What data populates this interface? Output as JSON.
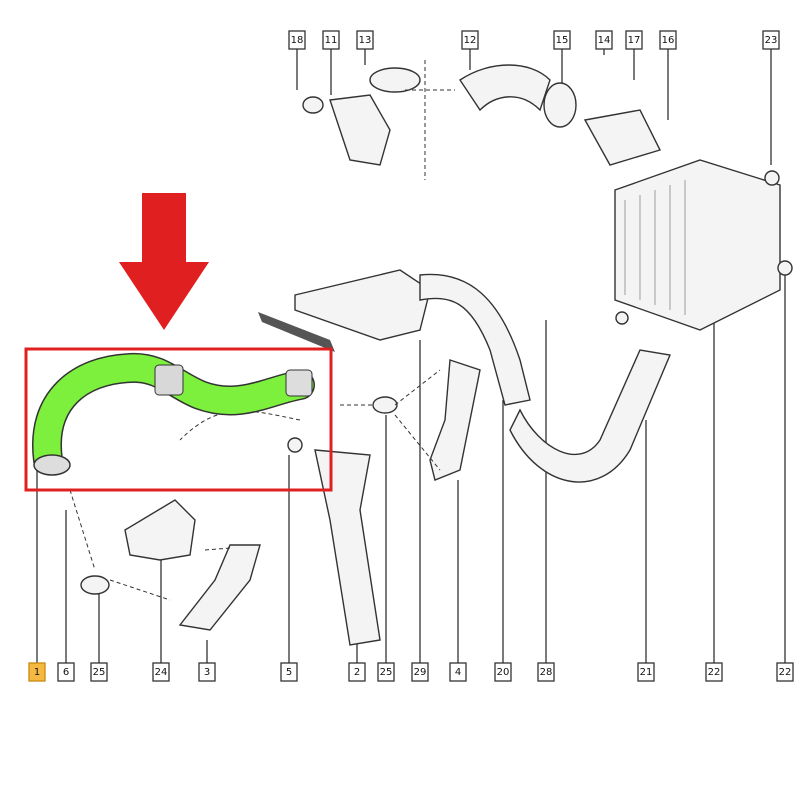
{
  "diagram": {
    "top_labels": [
      "18",
      "11",
      "13",
      "12",
      "15",
      "14",
      "17",
      "16",
      "23"
    ],
    "bottom_labels": [
      "1",
      "6",
      "25",
      "24",
      "3",
      "5",
      "2",
      "25",
      "29",
      "4",
      "20",
      "28",
      "21",
      "22",
      "22"
    ],
    "highlighted_label": "1",
    "colors": {
      "arrow": "#e02020",
      "highlight_box": "#e02020",
      "highlighted_part": "#7cf03c",
      "label_highlight": "#f5b942"
    }
  }
}
